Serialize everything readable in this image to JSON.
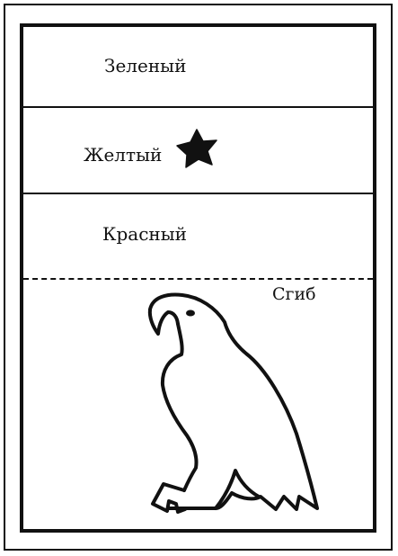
{
  "stripes": {
    "top": "Зеленый",
    "middle": "Желтый",
    "bottom": "Красный"
  },
  "fold": {
    "label": "Сгиб"
  },
  "icons": {
    "star": "star-icon",
    "eagle": "eagle-icon"
  },
  "colors": {
    "ink": "#111111",
    "paper": "#ffffff"
  }
}
